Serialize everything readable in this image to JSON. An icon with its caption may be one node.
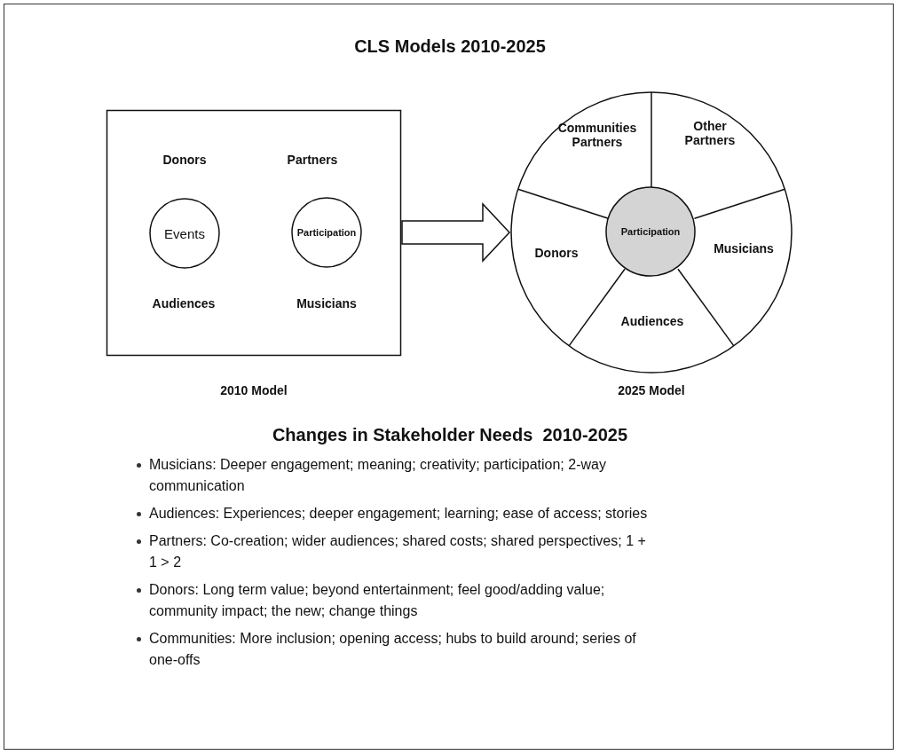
{
  "diagram": {
    "title": "CLS Models 2010-2025",
    "nodes": [
      {
        "text": [],
        "shape": "box",
        "beside": [
          "2010 Model"
        ]
      },
      {
        "text": [
          "Events"
        ],
        "in": 0
      },
      {
        "text": [
          "Participation"
        ],
        "in": 0
      },
      {
        "text": [],
        "shape": "circle",
        "beside": [
          "2025 Model"
        ]
      },
      {
        "text": [
          "Communities Partners"
        ],
        "in": 3
      },
      {
        "text": [
          "Other Partners"
        ],
        "in": 3
      },
      {
        "text": [
          "Participation"
        ],
        "in": 3
      },
      {
        "text": [
          "Donors"
        ],
        "in": 3
      },
      {
        "text": [
          "Musicians"
        ],
        "in": 3
      },
      {
        "text": [
          "Audiences"
        ],
        "in": 3
      }
    ],
    "edges": [
      {
        "from": 0,
        "to": 3,
        "arrow": "to"
      }
    ],
    "labels": [
      "Donors",
      "Partners",
      "Audiences",
      "Musicians",
      "Changes in Stakeholder Needs  2010-2025",
      "Musicians: Deeper engagement; meaning; creativity; participation; 2-way communication",
      "Audiences: Experiences; deeper engagement; learning; ease of access; stories",
      "Partners: Co-creation; wider audiences; shared costs; shared perspectives; 1 + 1 > 2",
      "Donors: Long term value; beyond entertainment; feel good/adding value; community impact; the new; change things",
      "Communities: More inclusion; opening access; hubs to build around; series of one-offs"
    ]
  }
}
